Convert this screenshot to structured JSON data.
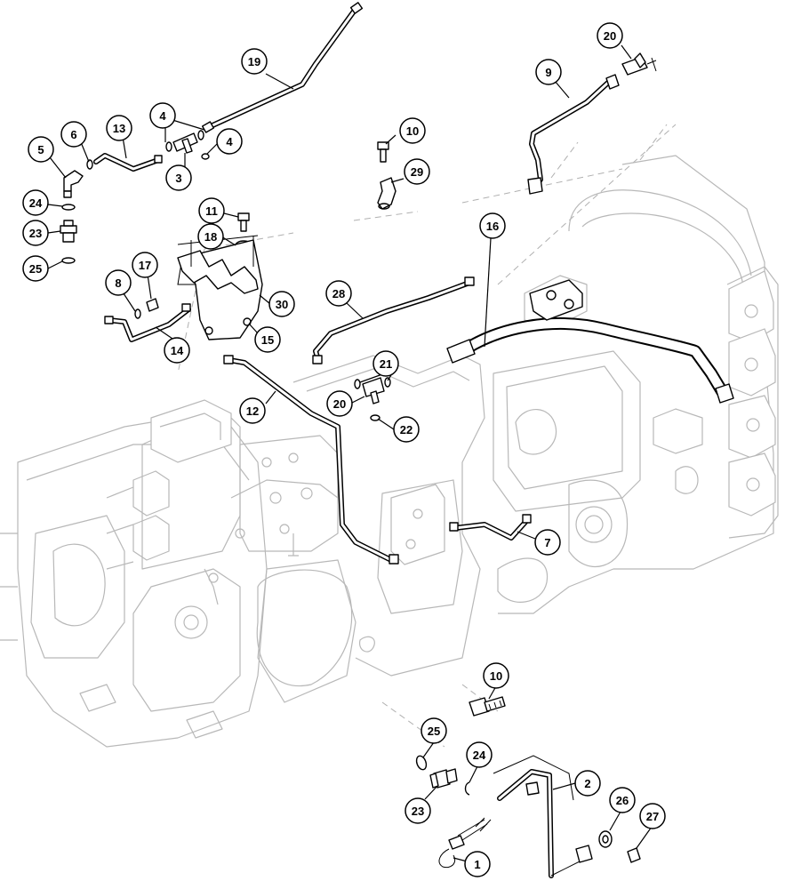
{
  "diagram": {
    "callouts": [
      {
        "id": "c1",
        "label": "1"
      },
      {
        "id": "c2",
        "label": "2"
      },
      {
        "id": "c3",
        "label": "3"
      },
      {
        "id": "c4a",
        "label": "4"
      },
      {
        "id": "c4b",
        "label": "4"
      },
      {
        "id": "c5",
        "label": "5"
      },
      {
        "id": "c6",
        "label": "6"
      },
      {
        "id": "c7",
        "label": "7"
      },
      {
        "id": "c8",
        "label": "8"
      },
      {
        "id": "c9",
        "label": "9"
      },
      {
        "id": "c10a",
        "label": "10"
      },
      {
        "id": "c10b",
        "label": "10"
      },
      {
        "id": "c11",
        "label": "11"
      },
      {
        "id": "c12",
        "label": "12"
      },
      {
        "id": "c13",
        "label": "13"
      },
      {
        "id": "c14",
        "label": "14"
      },
      {
        "id": "c15",
        "label": "15"
      },
      {
        "id": "c16",
        "label": "16"
      },
      {
        "id": "c17",
        "label": "17"
      },
      {
        "id": "c18",
        "label": "18"
      },
      {
        "id": "c19",
        "label": "19"
      },
      {
        "id": "c20a",
        "label": "20"
      },
      {
        "id": "c20b",
        "label": "20"
      },
      {
        "id": "c21",
        "label": "21"
      },
      {
        "id": "c22",
        "label": "22"
      },
      {
        "id": "c23a",
        "label": "23"
      },
      {
        "id": "c23b",
        "label": "23"
      },
      {
        "id": "c24a",
        "label": "24"
      },
      {
        "id": "c24b",
        "label": "24"
      },
      {
        "id": "c25a",
        "label": "25"
      },
      {
        "id": "c25b",
        "label": "25"
      },
      {
        "id": "c26",
        "label": "26"
      },
      {
        "id": "c27",
        "label": "27"
      },
      {
        "id": "c28",
        "label": "28"
      },
      {
        "id": "c29",
        "label": "29"
      },
      {
        "id": "c30",
        "label": "30"
      }
    ]
  }
}
